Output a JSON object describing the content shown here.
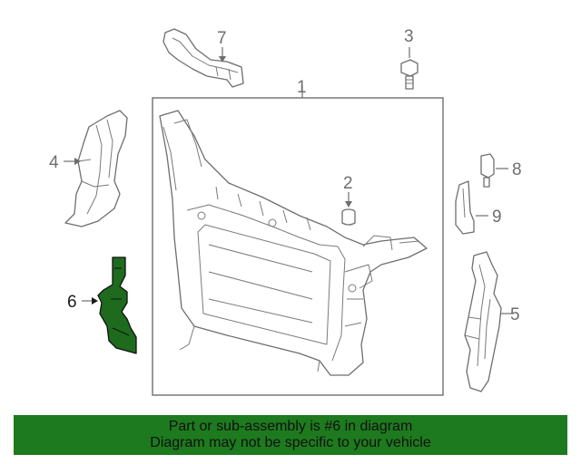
{
  "callouts": {
    "c1": "1",
    "c2": "2",
    "c3": "3",
    "c4": "4",
    "c5": "5",
    "c6": "6",
    "c7": "7",
    "c8": "8",
    "c9": "9"
  },
  "highlight_color": "#1e6b1e",
  "banner": {
    "line1": "Part or sub-assembly is #6 in diagram",
    "line2": "Diagram may not be specific to your vehicle",
    "background": "#1e7a1e"
  }
}
